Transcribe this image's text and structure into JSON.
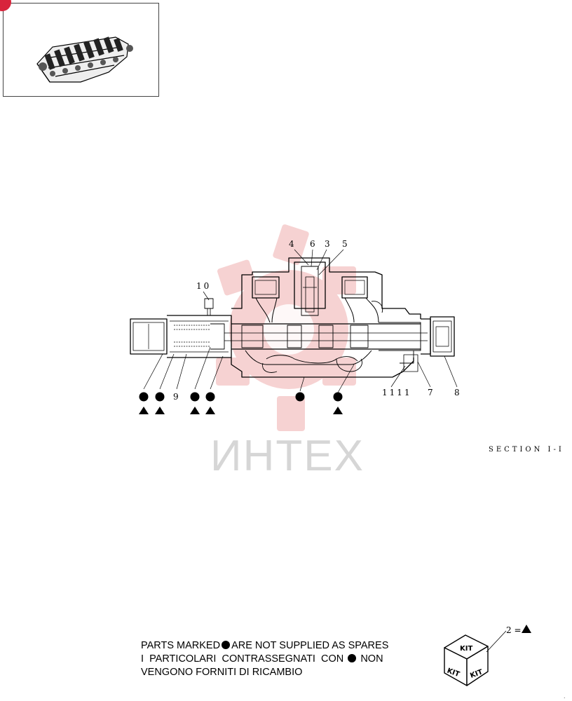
{
  "diagram": {
    "section_label": "SECTION I-I",
    "watermark_text": "ИНТЕХ",
    "callouts": {
      "c4": "4",
      "c6": "6",
      "c3": "3",
      "c5": "5",
      "c10": "10",
      "c9": "9",
      "c11": "1111",
      "c7": "7",
      "c8": "8"
    }
  },
  "legend": {
    "line1_before": "PARTS MARKED",
    "line1_after": "ARE NOT SUPPLIED AS SPARES",
    "line2_before": "I  PARTICOLARI  CONTRASSEGNATI  CON",
    "line2_after": "NON",
    "line3": "VENGONO FORNITI DI RICAMBIO"
  },
  "kit": {
    "face_label": "KIT",
    "callout": "2 ="
  },
  "colors": {
    "watermark_gear": "#f4c4c4",
    "badge": "#d8243c",
    "watermark_text": "#d6d6d6"
  }
}
